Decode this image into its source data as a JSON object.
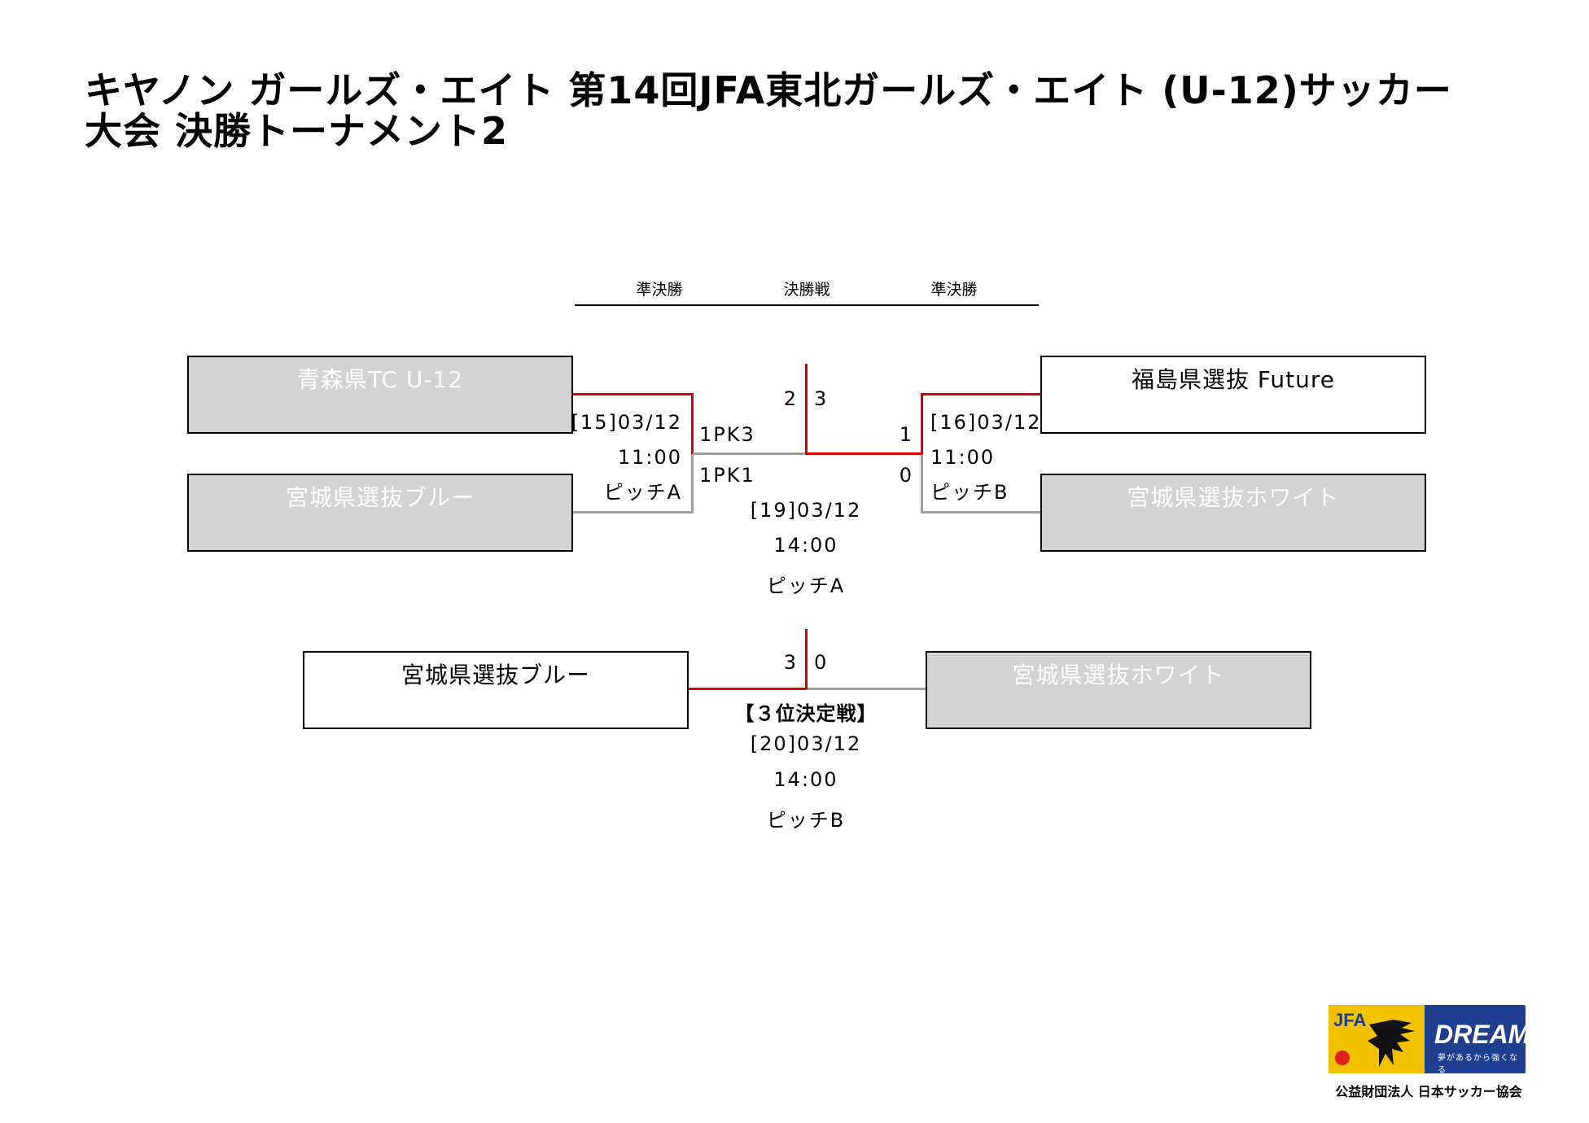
{
  "title": {
    "line1": "キヤノン ガールズ・エイト 第14回JFA東北ガールズ・エイト (U-12)サッカー",
    "line2": "大会 決勝トーナメント2"
  },
  "rounds": {
    "left": "準決勝",
    "center": "決勝戦",
    "right": "準決勝"
  },
  "teams": {
    "aomori": "青森県TC U-12",
    "miyagi_blue_sf": "宮城県選抜ブルー",
    "fukushima": "福島県選抜 Future",
    "miyagi_white_sf": "宮城県選抜ホワイト",
    "miyagi_blue_3rd": "宮城県選抜ブルー",
    "miyagi_white_3rd": "宮城県選抜ホワイト"
  },
  "matches": {
    "sf1": {
      "id": "[15]03/12",
      "time": "11:00",
      "pitch": "ピッチA",
      "score_top": "1PK3",
      "score_bottom": "1PK1"
    },
    "sf2": {
      "id": "[16]03/12",
      "time": "11:00",
      "pitch": "ピッチB",
      "score_top": "1",
      "score_bottom": "0"
    },
    "final": {
      "id": "[19]03/12",
      "time": "14:00",
      "pitch": "ピッチA",
      "score_left": "2",
      "score_right": "3"
    },
    "third": {
      "label": "【３位決定戦】",
      "id": "[20]03/12",
      "time": "14:00",
      "pitch": "ピッチB",
      "score_left": "3",
      "score_right": "0"
    }
  },
  "footer": {
    "logo_jfa": "JFA",
    "logo_dream": "DREAM",
    "logo_tagline": "夢があるから強くなる",
    "association": "公益財団法人 日本サッカー協会"
  },
  "colors": {
    "winner_line": "#d50000",
    "loser_line": "#9e9e9e",
    "loser_box": "#d3d3d3",
    "logo_blue": "#1e3f8f",
    "logo_yellow": "#f2c200"
  }
}
